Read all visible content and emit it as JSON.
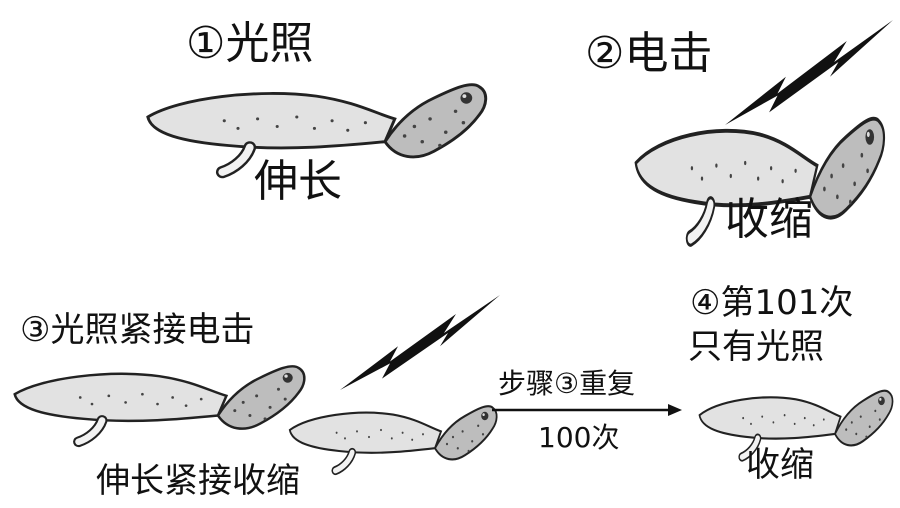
{
  "panel1": {
    "title": "①光照",
    "result": "伸长"
  },
  "panel2": {
    "title": "②电击",
    "result": "收缩"
  },
  "panel3": {
    "title": "③光照紧接电击",
    "result": "伸长紧接收缩"
  },
  "arrow": {
    "top": "步骤③重复",
    "bottom": "100次"
  },
  "panel4": {
    "title_line1": "④第101次",
    "title_line2": "只有光照",
    "result": "收缩"
  },
  "colors": {
    "ink": "#111111",
    "body_fill": "#e2e2e2",
    "head_fill": "#bdbdbd",
    "bolt": "#111111"
  },
  "icons": [
    "worm-icon",
    "lightning-bolt-icon",
    "right-arrow-icon"
  ]
}
